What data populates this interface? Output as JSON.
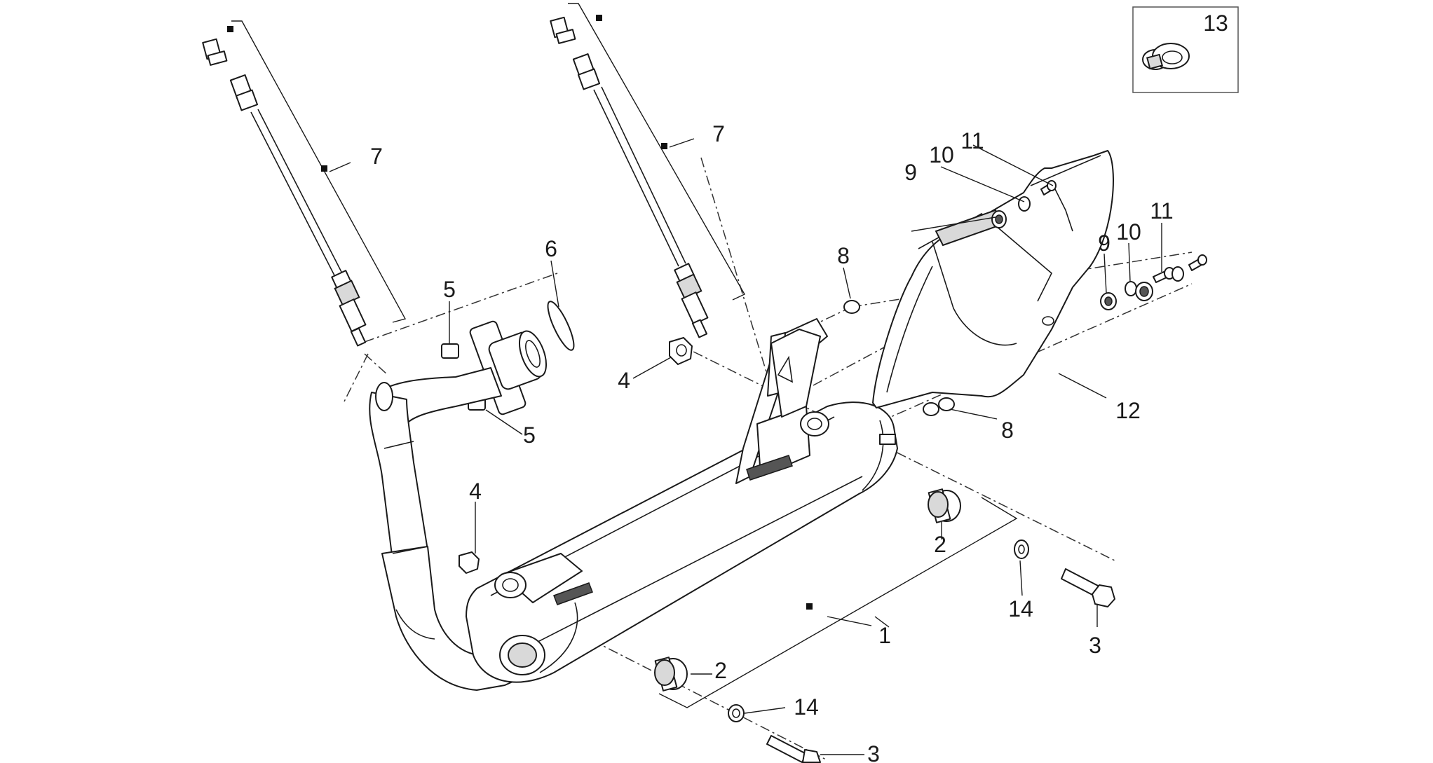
{
  "diagram": {
    "type": "exploded parts diagram",
    "callouts": [
      {
        "id": "c1",
        "text": "1"
      },
      {
        "id": "c2a",
        "text": "2"
      },
      {
        "id": "c2b",
        "text": "2"
      },
      {
        "id": "c3a",
        "text": "3"
      },
      {
        "id": "c3b",
        "text": "3"
      },
      {
        "id": "c4a",
        "text": "4"
      },
      {
        "id": "c4b",
        "text": "4"
      },
      {
        "id": "c5a",
        "text": "5"
      },
      {
        "id": "c5b",
        "text": "5"
      },
      {
        "id": "c6",
        "text": "6"
      },
      {
        "id": "c7a",
        "text": "7"
      },
      {
        "id": "c7b",
        "text": "7"
      },
      {
        "id": "c8a",
        "text": "8"
      },
      {
        "id": "c8b",
        "text": "8"
      },
      {
        "id": "c9a",
        "text": "9"
      },
      {
        "id": "c9b",
        "text": "9"
      },
      {
        "id": "c10a",
        "text": "10"
      },
      {
        "id": "c10b",
        "text": "10"
      },
      {
        "id": "c11a",
        "text": "11"
      },
      {
        "id": "c11b",
        "text": "11"
      },
      {
        "id": "c12",
        "text": "12"
      },
      {
        "id": "c13",
        "text": "13"
      },
      {
        "id": "c14a",
        "text": "14"
      },
      {
        "id": "c14b",
        "text": "14"
      }
    ],
    "colors": {
      "line": "#1a1a1a",
      "background": "#ffffff",
      "marker": "#111111"
    }
  }
}
